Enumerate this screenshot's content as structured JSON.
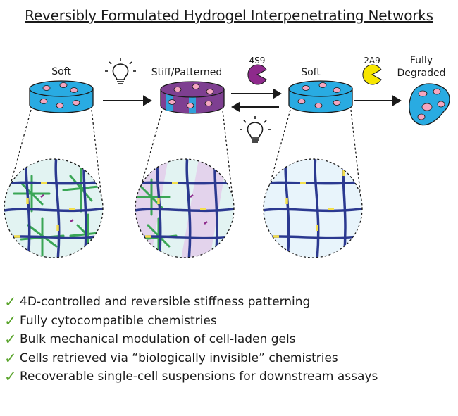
{
  "title": "Reversibly Formulated Hydrogel Interpenetrating Networks",
  "stages": {
    "soft_1": "Soft",
    "stiff": "Stiff/Patterned",
    "soft_2": "Soft",
    "degraded_line1": "Fully",
    "degraded_line2": "Degraded"
  },
  "enzymes": {
    "forward": "4S9",
    "final": "2A9"
  },
  "icons": {
    "light": "light-bulb-icon",
    "enzyme_4s9": "pacman-enzyme-icon",
    "enzyme_2a9": "pacman-enzyme-icon",
    "bullet": "check-icon"
  },
  "colors": {
    "gel": "#29abe2",
    "stiff_gel": "#7e3f91",
    "network": "#2b3990",
    "crosslink": "#f4e04d",
    "green_network": "#3aa655",
    "enzyme_4s9": "#8e2a8c",
    "enzyme_2a9": "#f7e600",
    "cell": "#f4a6c0",
    "check": "#5aa42c"
  },
  "bullets": [
    "4D-controlled and reversible stiffness patterning",
    "Fully cytocompatible chemistries",
    "Bulk mechanical modulation of cell-laden gels",
    "Cells retrieved via “biologically invisible” chemistries",
    "Recoverable single-cell suspensions for downstream assays"
  ]
}
